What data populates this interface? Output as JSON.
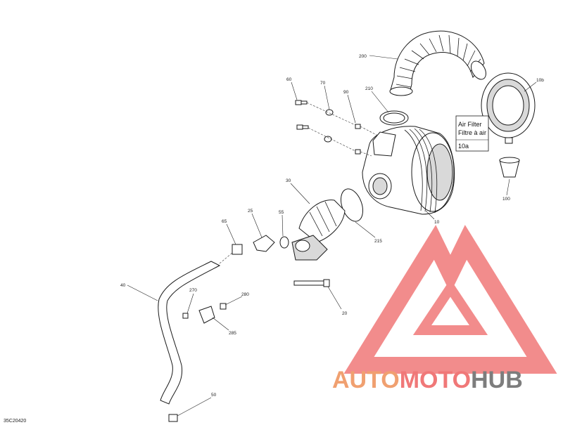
{
  "drawing_code": "35C20420",
  "callout_box": {
    "line1": "Air Filter",
    "line2": "Filtre à air",
    "line3": "10a"
  },
  "watermark": {
    "part1": "AUTO",
    "part2": "MOTO",
    "part3": "HUB",
    "color_primary": "#f0a070",
    "color_secondary": "#f07878",
    "color_tertiary": "#7d7d7d"
  },
  "labels": {
    "l200": "200",
    "l10b": "10b",
    "l60": "60",
    "l70": "70",
    "l90": "90",
    "l210": "210",
    "l30": "30",
    "l25": "25",
    "l55": "55",
    "l65": "65",
    "l215": "215",
    "l10": "10",
    "l100": "100",
    "l40": "40",
    "l270": "270",
    "l280": "280",
    "l285": "285",
    "l20": "20",
    "l50": "50"
  }
}
